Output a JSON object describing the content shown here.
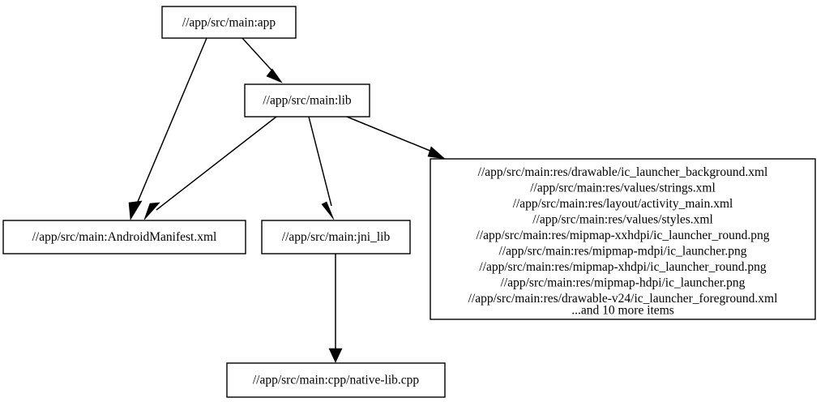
{
  "graph": {
    "type": "dependency-graph",
    "orientation": "top-down",
    "background_color": "#ffffff",
    "line_color": "#000000",
    "text_color": "#000000",
    "nodes": [
      {
        "id": "app",
        "label": "//app/src/main:app"
      },
      {
        "id": "lib",
        "label": "//app/src/main:lib"
      },
      {
        "id": "manifest",
        "label": "//app/src/main:AndroidManifest.xml"
      },
      {
        "id": "jni_lib",
        "label": "//app/src/main:jni_lib"
      },
      {
        "id": "native_lib",
        "label": "//app/src/main:cpp/native-lib.cpp"
      },
      {
        "id": "resources",
        "lines": [
          "//app/src/main:res/drawable/ic_launcher_background.xml",
          "//app/src/main:res/values/strings.xml",
          "//app/src/main:res/layout/activity_main.xml",
          "//app/src/main:res/values/styles.xml",
          "//app/src/main:res/mipmap-xxhdpi/ic_launcher_round.png",
          "//app/src/main:res/mipmap-mdpi/ic_launcher.png",
          "//app/src/main:res/mipmap-xhdpi/ic_launcher_round.png",
          "//app/src/main:res/mipmap-hdpi/ic_launcher.png",
          "//app/src/main:res/drawable-v24/ic_launcher_foreground.xml",
          "...and 10 more items"
        ]
      }
    ],
    "edges": [
      {
        "from": "app",
        "to": "lib"
      },
      {
        "from": "app",
        "to": "manifest"
      },
      {
        "from": "lib",
        "to": "manifest"
      },
      {
        "from": "lib",
        "to": "jni_lib"
      },
      {
        "from": "lib",
        "to": "resources"
      },
      {
        "from": "jni_lib",
        "to": "native_lib"
      }
    ]
  }
}
